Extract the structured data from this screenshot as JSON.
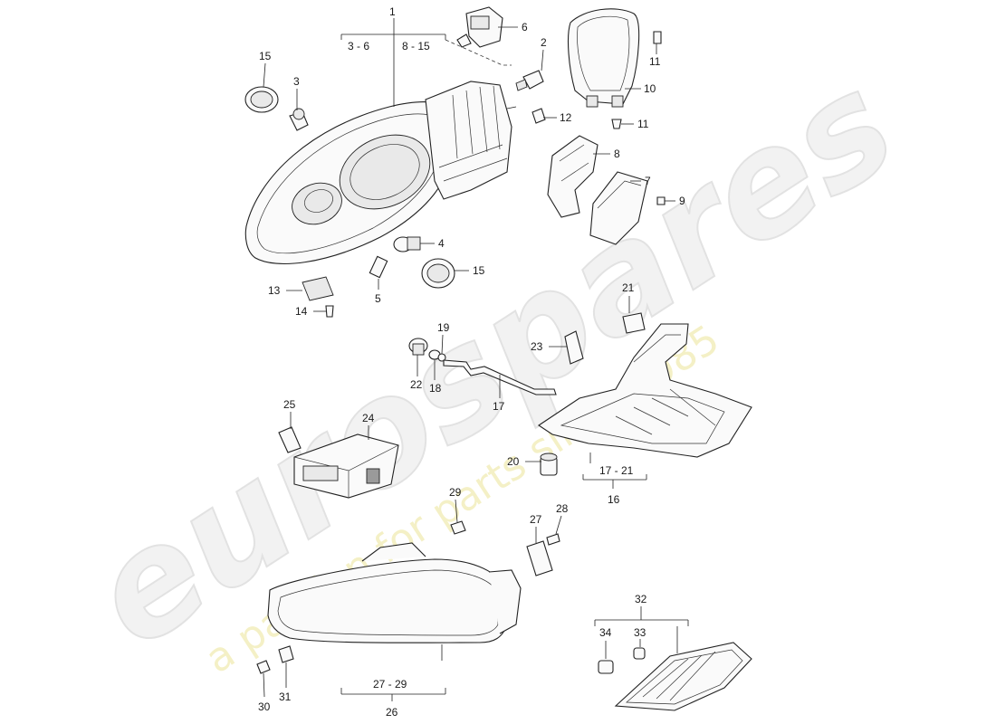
{
  "watermark": {
    "brand": "eurospares",
    "tagline": "a passion for parts since 1985"
  },
  "callouts": {
    "c1": "1",
    "c1_range_a": "3 - 6",
    "c1_range_b": "8 - 15",
    "c2": "2",
    "c3": "3",
    "c4": "4",
    "c5": "5",
    "c6": "6",
    "c7": "7",
    "c8": "8",
    "c9": "9",
    "c10": "10",
    "c11a": "11",
    "c11b": "11",
    "c12": "12",
    "c13": "13",
    "c14": "14",
    "c15a": "15",
    "c15b": "15",
    "c16": "16",
    "c16_range": "17 - 21",
    "c17": "17",
    "c18": "18",
    "c19": "19",
    "c20": "20",
    "c21": "21",
    "c22": "22",
    "c23": "23",
    "c24": "24",
    "c25": "25",
    "c26": "26",
    "c26_range": "27 - 29",
    "c27": "27",
    "c28": "28",
    "c29": "29",
    "c30": "30",
    "c31": "31",
    "c32": "32",
    "c33": "33",
    "c34": "34"
  }
}
